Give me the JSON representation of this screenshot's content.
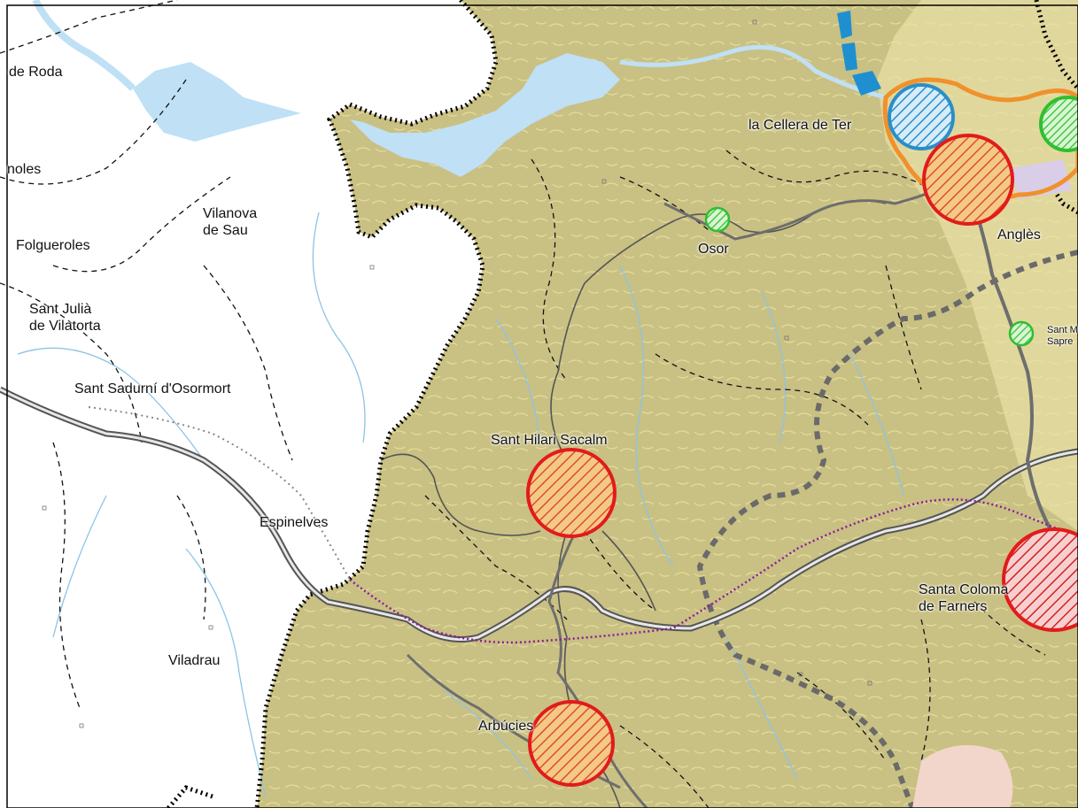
{
  "map": {
    "colors": {
      "terrain": "#c9c084",
      "terrain_light": "#e8df9a",
      "water": "#bfe0f5",
      "river": "#8cc4e6",
      "road": "#6e6e6e",
      "rail": "#8a1d9a",
      "border": "#000000",
      "red_zone": "#e21b1b",
      "orange_zone": "#f0912b",
      "blue_zone": "#2a8ec9",
      "green_zone": "#2fbf2f",
      "industrial": "#1f8fcf"
    },
    "labels": {
      "de_roda": "de Roda",
      "noles": "noles",
      "folgueroles": "Folgueroles",
      "vilanova_de_sau": "Vilanova\nde Sau",
      "sant_julia": "Sant Julià\nde Vilatorta",
      "sant_sadurni": "Sant Sadurní d'Osormort",
      "espinelves": "Espinelves",
      "viladrau": "Viladrau",
      "la_cellera": "la Cellera de Ter",
      "osor": "Osor",
      "angles": "Anglès",
      "sant_m_sapre": "Sant M\nSapre",
      "sant_hilari": "Sant Hilari Sacalm",
      "santa_coloma": "Santa Coloma\nde Farners",
      "arbucies": "Arbúcies"
    }
  }
}
